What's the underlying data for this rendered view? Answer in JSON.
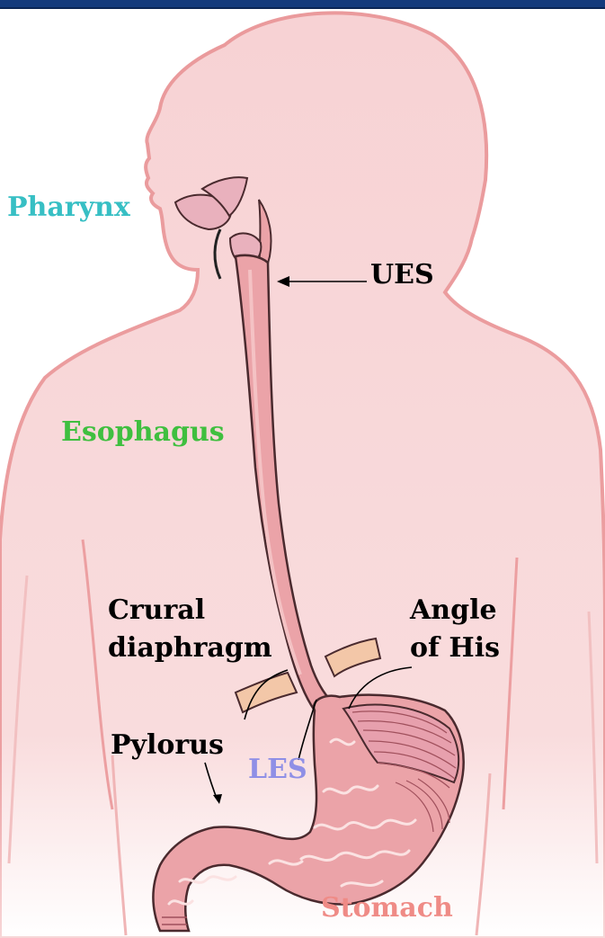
{
  "labels": {
    "pharynx": "Pharynx",
    "ues": "UES",
    "esophagus": "Esophagus",
    "crural_line1": "Crural",
    "crural_line2": "diaphragm",
    "angle_line1": "Angle",
    "angle_line2": "of His",
    "pylorus": "Pylorus",
    "les": "LES",
    "stomach": "Stomach"
  },
  "colors": {
    "body_fill": "#f7d2d4",
    "body_outline": "#ea9a9c",
    "organ_fill": "#eba3a8",
    "organ_outline": "#4a2a2e",
    "muscle_patch": "#f3c7a8",
    "pharynx_text": "#37bfc4",
    "esophagus_text": "#3fbf3f",
    "les_text": "#8f8fe6",
    "stomach_text": "#ef8b86",
    "black_text": "#000000",
    "header_bar": "#133a7c"
  }
}
